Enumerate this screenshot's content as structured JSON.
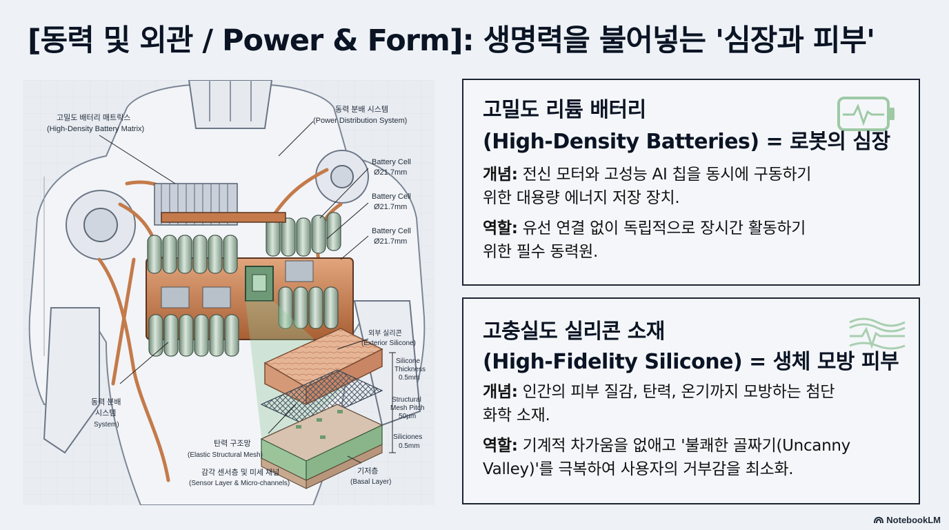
{
  "title": "[동력 및 외관 / Power & Form]: 생명력을 불어넣는 '심장과 피부'",
  "illustration": {
    "labels": {
      "battery_matrix_ko": "고밀도 배터리 매트릭스",
      "battery_matrix_en": "(High-Density Battery Matrix)",
      "power_dist_ko": "동력 분배 시스템",
      "power_dist_en": "(Power Distribution System)",
      "cell1_a": "Battery Cell",
      "cell1_b": "Ø21.7mm",
      "cell2_a": "Battery Cell",
      "cell2_b": "Ø21.7mm",
      "cell3_a": "Battery Cell",
      "cell3_b": "Ø21.7mm",
      "ext_silicone_ko": "외부 실리콘",
      "ext_silicone_en": "(Exterior Silicone)",
      "sil_thick_1": "Silicone",
      "sil_thick_2": "Thickness",
      "sil_thick_3": "0.5mm",
      "mesh_pitch_1": "Structural",
      "mesh_pitch_2": "Mesh Pitch",
      "mesh_pitch_3": "50µm",
      "siliciones_1": "Siliciones",
      "siliciones_2": "0.5mm",
      "power_sys_ko1": "동력 분배",
      "power_sys_ko2": "시스템",
      "power_sys_en": "System)",
      "elastic_mesh_ko": "탄력 구조망",
      "elastic_mesh_en": "(Elastic Structural Mesh)",
      "sensor_layer_ko": "감각 센서층 및 미세 채널",
      "sensor_layer_en": "(Sensor Layer & Micro-channels)",
      "basal_ko": "기저층",
      "basal_en": "(Basal Layer)"
    }
  },
  "cards": [
    {
      "heading_1": "고밀도 리튬 배터리",
      "heading_2": "(High-Density Batteries) = 로봇의 심장",
      "concept_label": "개념:",
      "concept_line1": " 전신 모터와 고성능 AI 칩을 동시에 구동하기",
      "concept_line2": "위한 대용량 에너지 저장 장치.",
      "role_label": "역할:",
      "role_line1": " 유선 연결 없이 독립적으로 장시간 활동하기",
      "role_line2": "위한 필수 동력원.",
      "icon": "battery-pulse-icon"
    },
    {
      "heading_1": "고충실도 실리콘 소재",
      "heading_2": "(High-Fidelity Silicone) = 생체 모방 피부",
      "concept_label": "개념:",
      "concept_line1": " 인간의 피부 질감, 탄력, 온기까지 모방하는 첨단",
      "concept_line2": "화학 소재.",
      "role_label": "역할:",
      "role_line1": " 기계적 차가움을 없애고 '불쾌한 골짜기(Uncanny",
      "role_line2": "Valley)'를 극복하여 사용자의 거부감을 최소화.",
      "icon": "skin-pulse-icon"
    }
  ],
  "brand": "NotebookLM",
  "colors": {
    "accent_green": "#7fb58a",
    "copper": "#c47a4a",
    "border": "#1c2331"
  }
}
